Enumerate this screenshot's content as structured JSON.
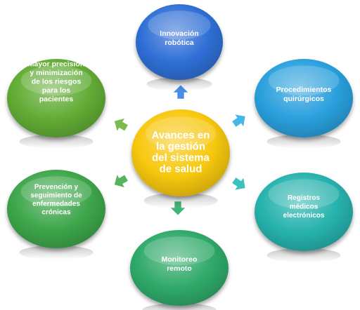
{
  "center": {
    "lines": [
      "Avances en",
      "la gestión",
      "del sistema",
      "de salud"
    ],
    "color": "#f7c80f"
  },
  "nodes": [
    {
      "id": "innovacion-robotica",
      "lines": [
        "Innovación",
        "robótica"
      ],
      "color": "#2f6fd6"
    },
    {
      "id": "procedimientos-quirurgicos",
      "lines": [
        "Procedimientos",
        "quirúrgicos"
      ],
      "color": "#2aa0dd"
    },
    {
      "id": "registros-medicos",
      "lines": [
        "Registros",
        "médicos",
        "electrónicos"
      ],
      "color": "#27b2ad"
    },
    {
      "id": "monitoreo-remoto",
      "lines": [
        "Monitoreo",
        "remoto"
      ],
      "color": "#2fa969"
    },
    {
      "id": "prevencion-seguimiento",
      "lines": [
        "Prevención y",
        "seguimiento de",
        "enfermedades",
        "crónicas"
      ],
      "color": "#3da64a"
    },
    {
      "id": "mayor-precision",
      "lines": [
        "Mayor precisión",
        "y minimización",
        "de los riesgos",
        "para los",
        "pacientes"
      ],
      "color": "#62ac35"
    }
  ]
}
